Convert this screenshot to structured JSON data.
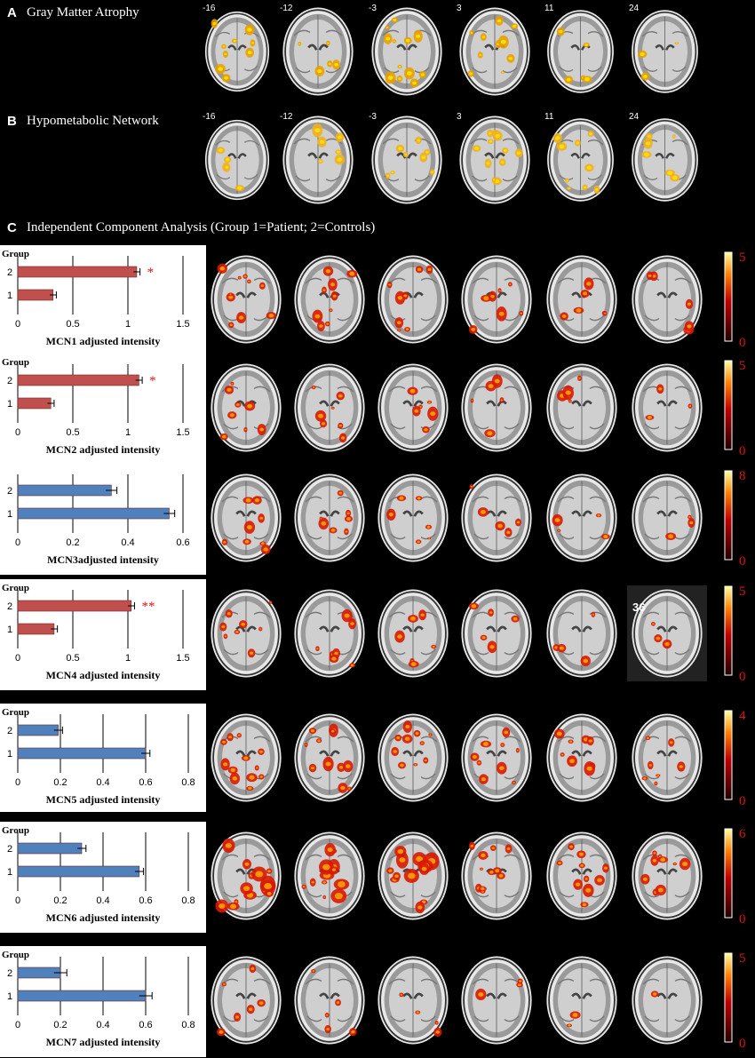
{
  "panels": {
    "A": {
      "letter": "A",
      "title": "Gray Matter Atrophy"
    },
    "B": {
      "letter": "B",
      "title": "Hypometabolic Network"
    },
    "C": {
      "letter": "C",
      "title": "Independent Component Analysis (Group 1=Patient; 2=Controls)"
    }
  },
  "slice_labels": [
    "-16",
    "-12",
    "-3",
    "3",
    "11",
    "24"
  ],
  "mcn4_extra_label": "36",
  "colors": {
    "red_bar": "#c0504d",
    "blue_bar": "#4f81bd",
    "star": "#e01010",
    "cbar_text": "#e01010"
  },
  "chart_data": [
    {
      "type": "bar",
      "orientation": "horizontal",
      "group_label": "Group",
      "categories": [
        "2",
        "1"
      ],
      "values": [
        1.08,
        0.32
      ],
      "errors": [
        0.03,
        0.03
      ],
      "color": "red",
      "xlabel": "MCN1 adjusted intensity",
      "xlim": [
        0,
        1.5
      ],
      "ticks": [
        "0",
        "0.5",
        "1",
        "1.5"
      ],
      "significance": "*",
      "colorbar_max": "5",
      "colorbar_min": "0"
    },
    {
      "type": "bar",
      "orientation": "horizontal",
      "group_label": "Group",
      "categories": [
        "2",
        "1"
      ],
      "values": [
        1.1,
        0.3
      ],
      "errors": [
        0.03,
        0.03
      ],
      "color": "red",
      "xlabel": "MCN2 adjusted intensity",
      "xlim": [
        0,
        1.5
      ],
      "ticks": [
        "0",
        "0.5",
        "1",
        "1.5"
      ],
      "significance": "*",
      "colorbar_max": "5",
      "colorbar_min": "0"
    },
    {
      "type": "bar",
      "orientation": "horizontal",
      "group_label": "",
      "categories": [
        "2",
        "1"
      ],
      "values": [
        0.34,
        0.55
      ],
      "errors": [
        0.02,
        0.02
      ],
      "color": "blue",
      "xlabel": "MCN3adjusted intensity",
      "xlim": [
        0,
        0.6
      ],
      "ticks": [
        "0",
        "0.2",
        "0.4",
        "0.6"
      ],
      "significance": "",
      "colorbar_max": "8",
      "colorbar_min": "0"
    },
    {
      "type": "bar",
      "orientation": "horizontal",
      "group_label": "Group",
      "categories": [
        "2",
        "1"
      ],
      "values": [
        1.03,
        0.33
      ],
      "errors": [
        0.03,
        0.03
      ],
      "color": "red",
      "xlabel": "MCN4 adjusted intensity",
      "xlim": [
        0,
        1.5
      ],
      "ticks": [
        "0",
        "0.5",
        "1",
        "1.5"
      ],
      "significance": "**",
      "colorbar_max": "5",
      "colorbar_min": "0"
    },
    {
      "type": "bar",
      "orientation": "horizontal",
      "group_label": "Group",
      "categories": [
        "2",
        "1"
      ],
      "values": [
        0.19,
        0.6
      ],
      "errors": [
        0.02,
        0.02
      ],
      "color": "blue",
      "xlabel": "MCN5 adjusted intensity",
      "xlim": [
        0,
        0.8
      ],
      "ticks": [
        "0",
        "0.2",
        "0.4",
        "0.6",
        "0.8"
      ],
      "significance": "",
      "colorbar_max": "4",
      "colorbar_min": "0"
    },
    {
      "type": "bar",
      "orientation": "horizontal",
      "group_label": "Group",
      "categories": [
        "2",
        "1"
      ],
      "values": [
        0.3,
        0.57
      ],
      "errors": [
        0.02,
        0.02
      ],
      "color": "blue",
      "xlabel": "MCN6 adjusted intensity",
      "xlim": [
        0,
        0.8
      ],
      "ticks": [
        "0",
        "0.2",
        "0.4",
        "0.6",
        "0.8"
      ],
      "significance": "",
      "colorbar_max": "6",
      "colorbar_min": "0"
    },
    {
      "type": "bar",
      "orientation": "horizontal",
      "group_label": "Group",
      "categories": [
        "2",
        "1"
      ],
      "values": [
        0.2,
        0.6
      ],
      "errors": [
        0.03,
        0.03
      ],
      "color": "blue",
      "xlabel": "MCN7 adjusted intensity",
      "xlim": [
        0,
        0.8
      ],
      "ticks": [
        "0",
        "0.2",
        "0.4",
        "0.6",
        "0.8"
      ],
      "significance": "",
      "colorbar_max": "5",
      "colorbar_min": "0"
    }
  ]
}
